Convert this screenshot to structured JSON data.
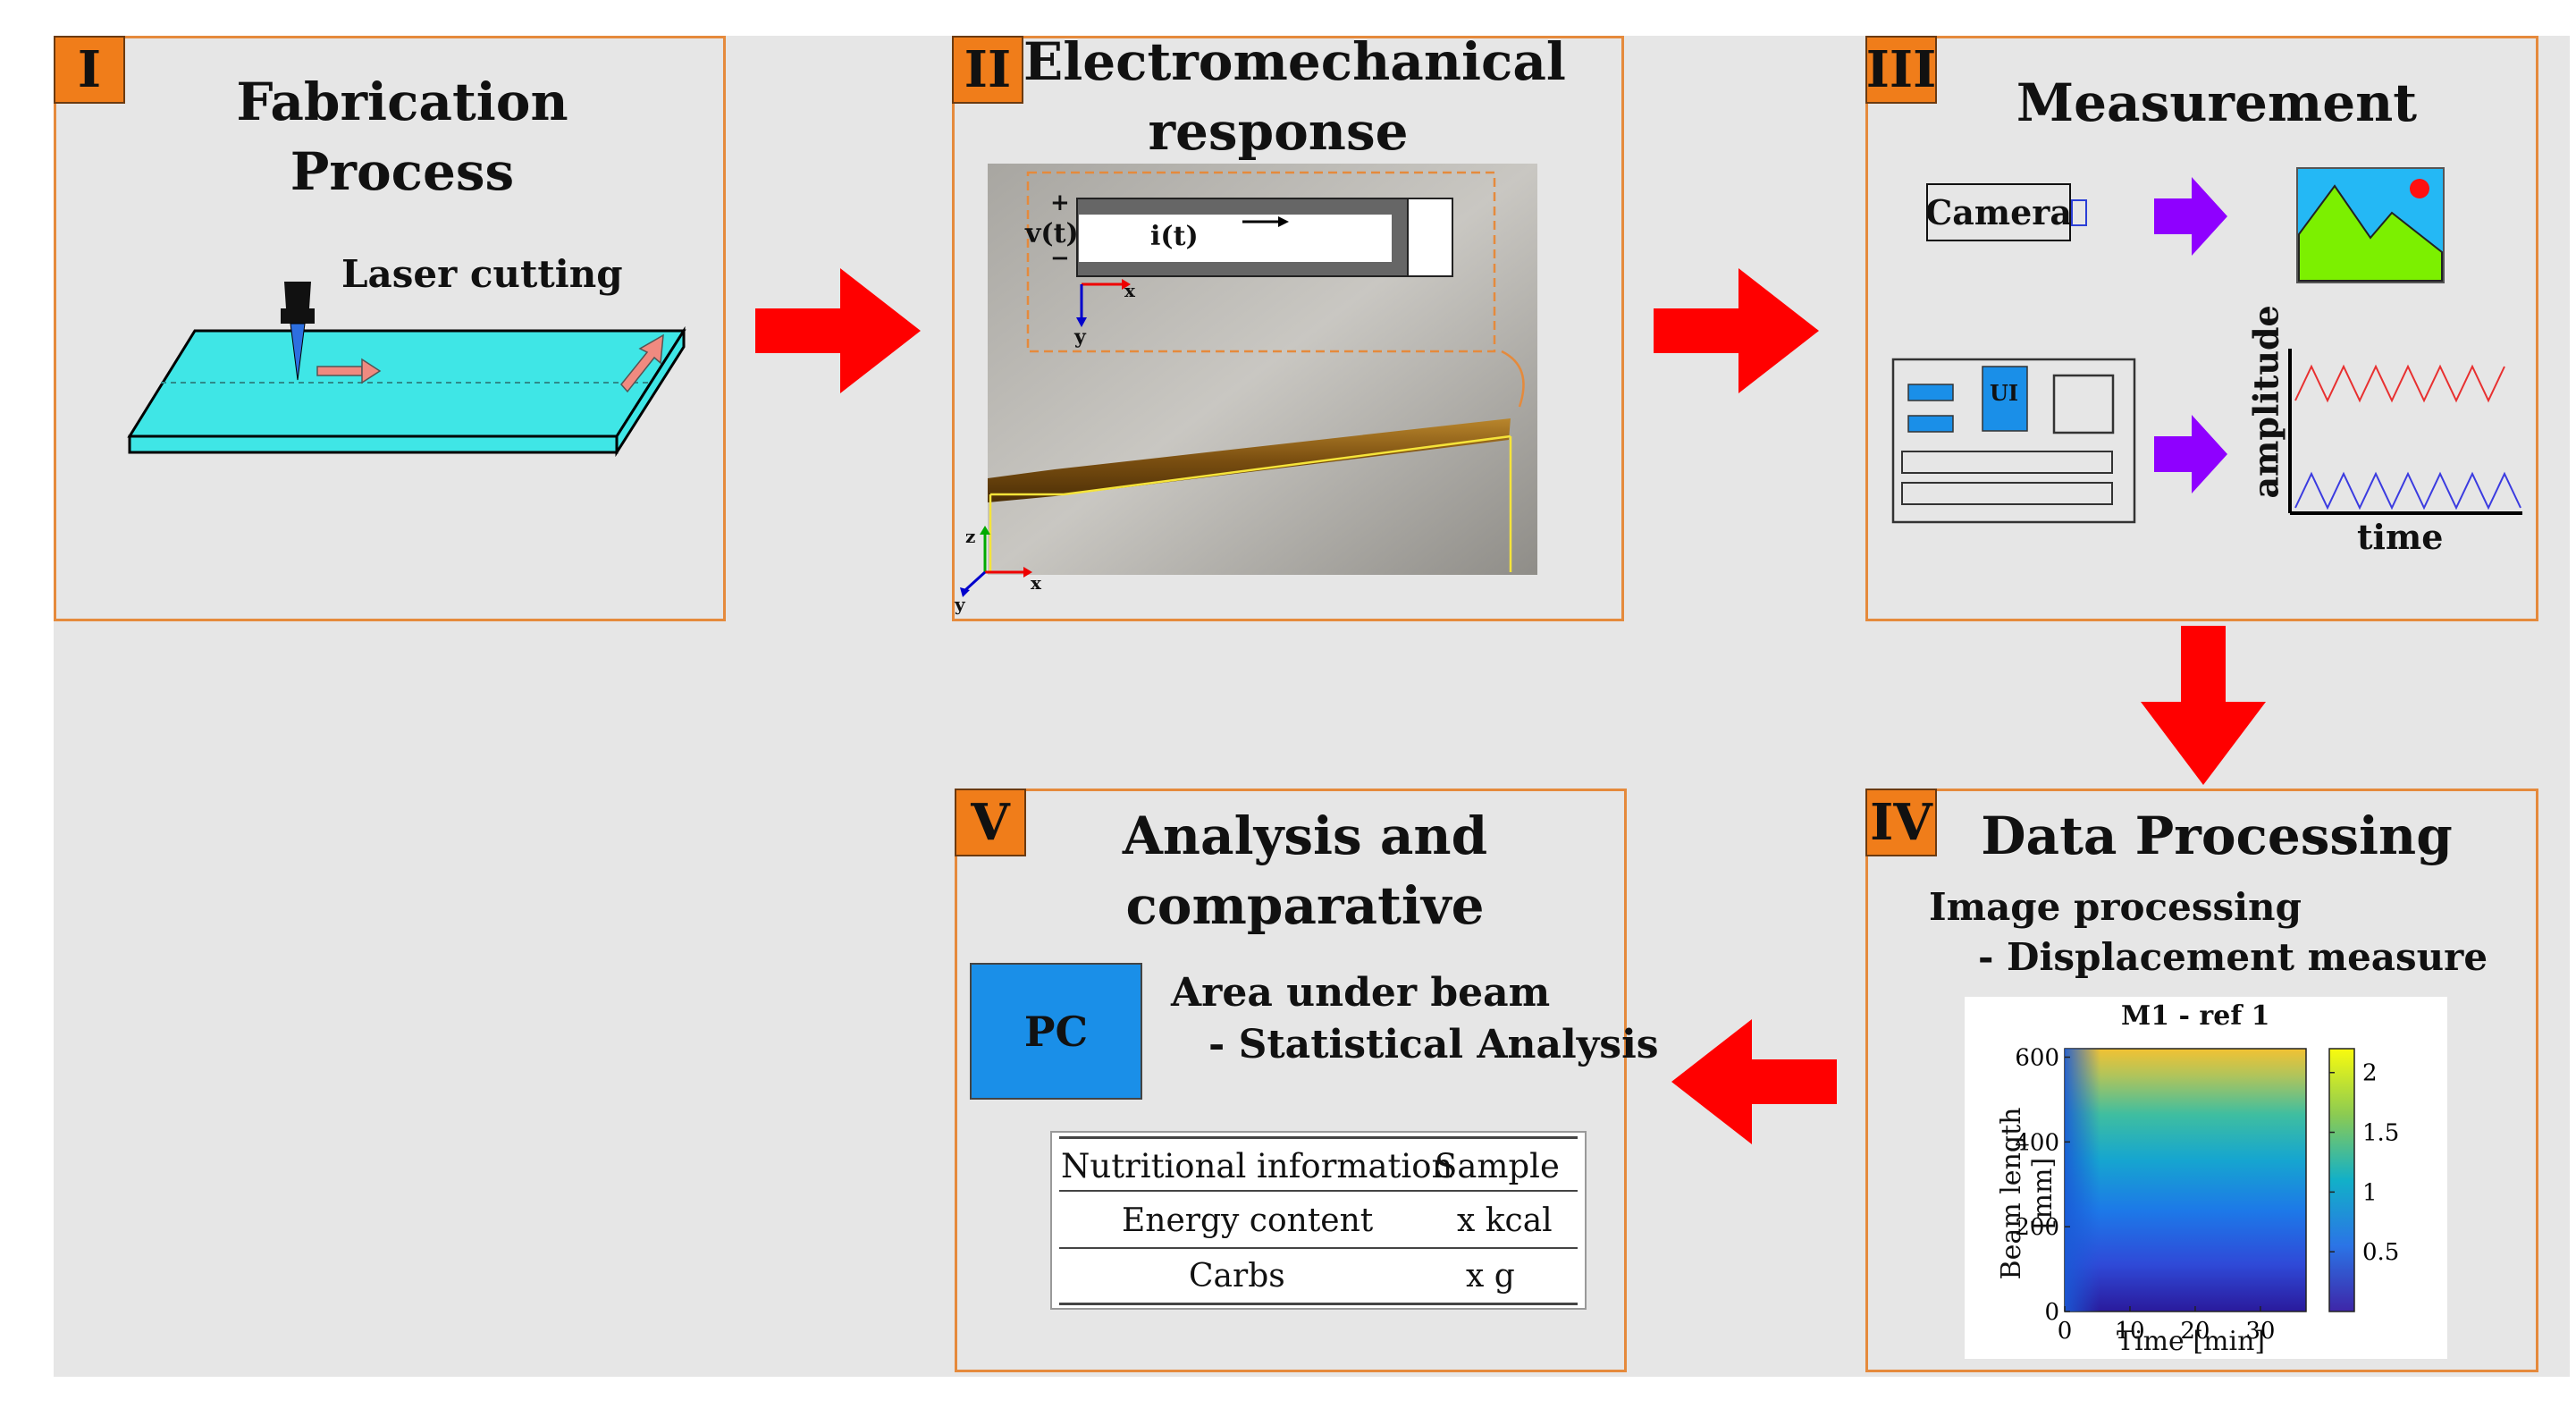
{
  "panels": {
    "p1": {
      "badge": "I",
      "title": "Fabrication Process",
      "laser_label": "Laser cutting"
    },
    "p2": {
      "badge": "II",
      "title_line1": "Electromechanical",
      "title_line2": "response",
      "plus": "+",
      "minus": "−",
      "voltage": "v(t)",
      "current": "i(t)",
      "axis_x": "x",
      "axis_y": "y",
      "axis_z": "z"
    },
    "p3": {
      "badge": "III",
      "title": "Measurement",
      "camera": "Camera",
      "ui": "UI",
      "ylabel": "amplitude",
      "xlabel": "time"
    },
    "p4": {
      "badge": "IV",
      "title": "Data Processing",
      "line1": "Image processing",
      "line2": "- Displacement measure"
    },
    "p5": {
      "badge": "V",
      "title_line1": "Analysis and",
      "title_line2": "comparative",
      "pc": "PC",
      "line1": "Area under beam",
      "line2": "- Statistical Analysis",
      "table": {
        "headers": [
          "Nutritional information",
          "Sample"
        ],
        "rows": [
          [
            "Energy content",
            "x kcal"
          ],
          [
            "Carbs",
            "x g"
          ]
        ]
      }
    }
  },
  "chart_data": {
    "type": "heatmap",
    "title": "M1 - ref 1",
    "xlabel": "Time [min]",
    "ylabel": "Beam length [mm]",
    "xticks": [
      "0",
      "10",
      "20",
      "30"
    ],
    "yticks": [
      "0",
      "200",
      "400",
      "600"
    ],
    "colorbar_ticks": [
      "0.5",
      "1",
      "1.5",
      "2"
    ],
    "xlim": [
      0,
      37
    ],
    "ylim": [
      0,
      620
    ],
    "colorbar_range": [
      0,
      2.2
    ]
  },
  "colors": {
    "panel_border": "#e58a3c",
    "badge": "#f07d1a",
    "arrow_red": "#ff0000",
    "arrow_purple": "#8f00ff",
    "cyan": "#3fe6e6",
    "blue_ui": "#1a8fe8"
  }
}
